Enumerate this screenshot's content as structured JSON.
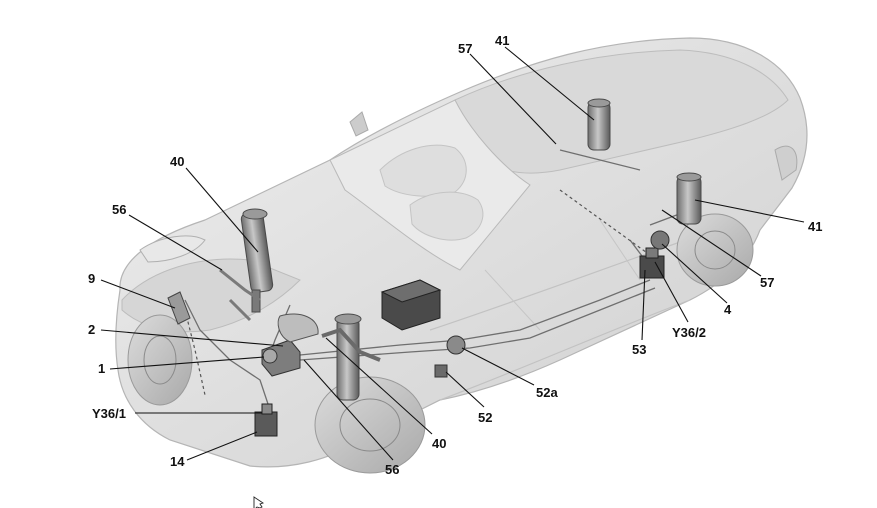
{
  "diagram": {
    "callouts": [
      {
        "id": "c57-top",
        "text": "57"
      },
      {
        "id": "c41-top",
        "text": "41"
      },
      {
        "id": "c40-top",
        "text": "40"
      },
      {
        "id": "c56-left",
        "text": "56"
      },
      {
        "id": "c9",
        "text": "9"
      },
      {
        "id": "c2",
        "text": "2"
      },
      {
        "id": "c1",
        "text": "1"
      },
      {
        "id": "cY36-1",
        "text": "Y36/1"
      },
      {
        "id": "c14",
        "text": "14"
      },
      {
        "id": "c56-bot",
        "text": "56"
      },
      {
        "id": "c40-bot",
        "text": "40"
      },
      {
        "id": "c52",
        "text": "52"
      },
      {
        "id": "c52a",
        "text": "52a"
      },
      {
        "id": "c53",
        "text": "53"
      },
      {
        "id": "cY36-2",
        "text": "Y36/2"
      },
      {
        "id": "c4",
        "text": "4"
      },
      {
        "id": "c57-right",
        "text": "57"
      },
      {
        "id": "c41-right",
        "text": "41"
      }
    ],
    "colors": {
      "body": "#e3e3e3",
      "body_shade": "#cfcfcf",
      "outline": "#b5b5b5",
      "component": "#8f8f8f",
      "component_dark": "#3a3a3a",
      "text": "#111111"
    }
  }
}
